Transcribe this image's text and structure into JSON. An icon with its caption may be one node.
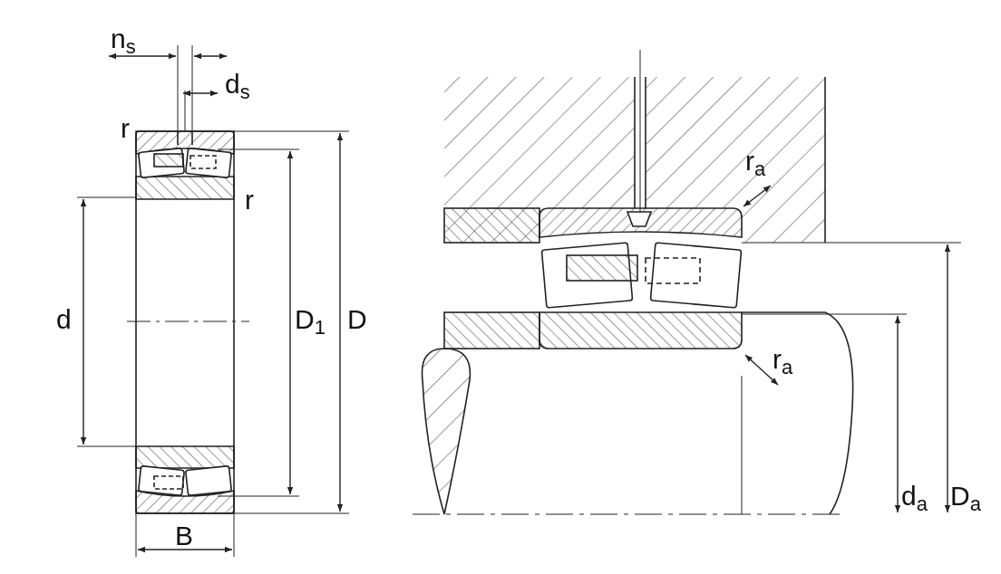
{
  "diagram": {
    "labels": [
      "n$_{s}$",
      "d$_{s}$",
      "r",
      "r",
      "d",
      "D$_{1}$",
      "D",
      "B",
      "r$_{a}$",
      "r$_{a}$",
      "d$_{a}$",
      "D$_{a}$"
    ]
  }
}
